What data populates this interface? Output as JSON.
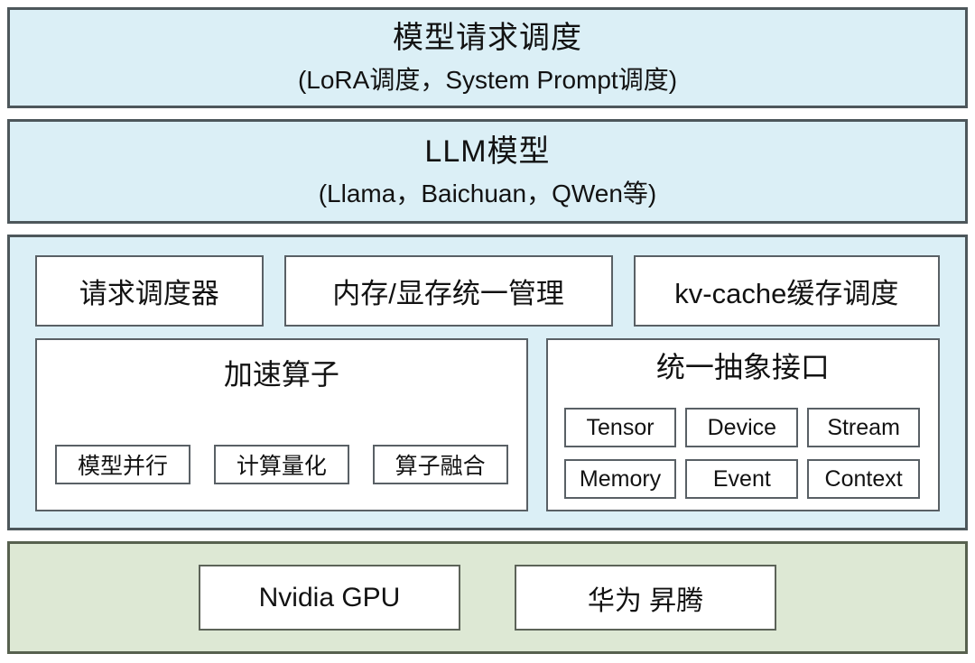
{
  "colors": {
    "layer_blue": "#dbeff6",
    "layer_green": "#dde8d4",
    "band_border": "#4d575b",
    "box_border": "#596065",
    "box_fill": "#ffffff",
    "text": "#121212"
  },
  "layers": {
    "scheduling": {
      "title": "模型请求调度",
      "subtitle": "(LoRA调度，System Prompt调度)"
    },
    "models": {
      "title": "LLM模型",
      "subtitle": "(Llama，Baichuan，QWen等)"
    },
    "runtime": {
      "row1": [
        "请求调度器",
        "内存/显存统一管理",
        "kv-cache缓存调度"
      ],
      "accel": {
        "title": "加速算子",
        "items": [
          "模型并行",
          "计算量化",
          "算子融合"
        ]
      },
      "abstract": {
        "title": "统一抽象接口",
        "items": [
          "Tensor",
          "Device",
          "Stream",
          "Memory",
          "Event",
          "Context"
        ]
      }
    },
    "hardware": {
      "items": [
        "Nvidia GPU",
        "华为 昇腾"
      ]
    }
  }
}
